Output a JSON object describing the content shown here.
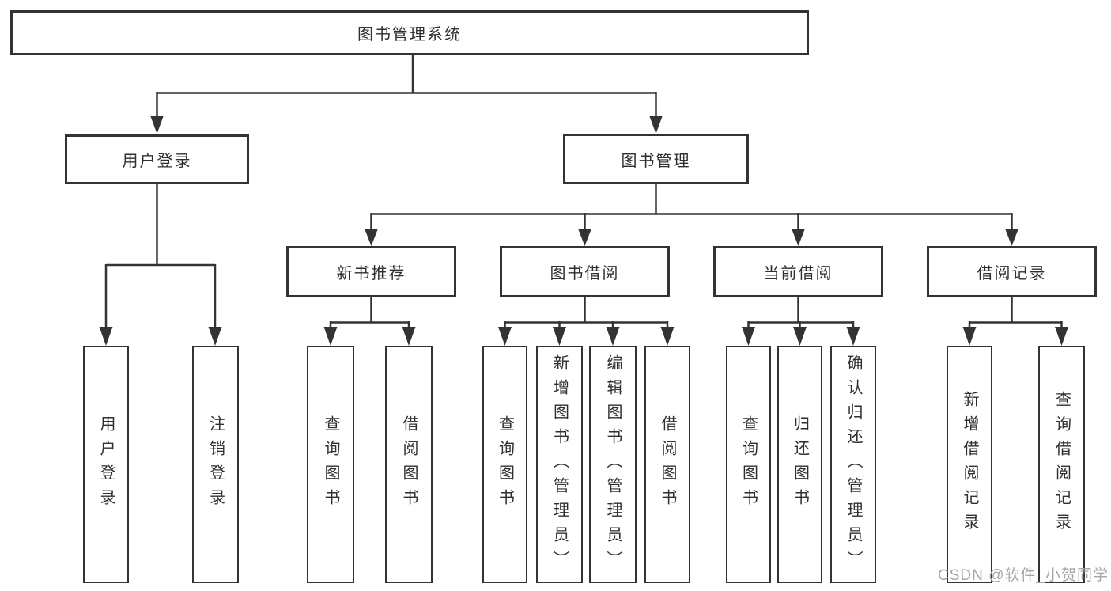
{
  "diagram": {
    "root": {
      "label": "图书管理系统"
    },
    "branches": [
      {
        "label": "用户登录",
        "children": [
          {
            "label": "用户登录"
          },
          {
            "label": "注销登录"
          }
        ]
      },
      {
        "label": "图书管理",
        "children": [
          {
            "label": "新书推荐",
            "children": [
              {
                "label": "查询图书"
              },
              {
                "label": "借阅图书"
              }
            ]
          },
          {
            "label": "图书借阅",
            "children": [
              {
                "label": "查询图书"
              },
              {
                "label": "新增图书（管理员）"
              },
              {
                "label": "编辑图书（管理员）"
              },
              {
                "label": "借阅图书"
              }
            ]
          },
          {
            "label": "当前借阅",
            "children": [
              {
                "label": "查询图书"
              },
              {
                "label": "归还图书"
              },
              {
                "label": "确认归还（管理员）"
              }
            ]
          },
          {
            "label": "借阅记录",
            "children": [
              {
                "label": "新增借阅记录"
              },
              {
                "label": "查询借阅记录"
              }
            ]
          }
        ]
      }
    ]
  },
  "watermark": {
    "label": "CSDN @软件_小贺同学"
  },
  "colors": {
    "line": "#333333",
    "border": "#333333",
    "text": "#2f2f2f",
    "watermark": "#a6a6a6",
    "background": "#ffffff"
  }
}
